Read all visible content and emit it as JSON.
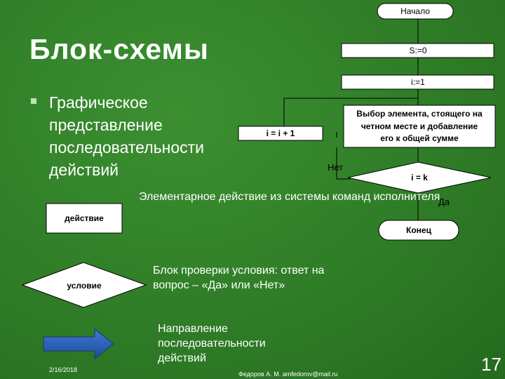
{
  "slide": {
    "title": "Блок-схемы",
    "bullet": "Графическое представление последовательности действий",
    "footer_date": "2/16/2018",
    "footer_author": "Федоров А. М. amfedorov@mail.ru",
    "slide_number": "17"
  },
  "legend": {
    "action_label": "действие",
    "action_caption": "Элементарное действие из системы команд исполнителя",
    "condition_label": "условие",
    "condition_caption": "Блок проверки условия: ответ на вопрос – «Да» или «Нет»",
    "arrow_caption": "Направление последовательности действий",
    "arrow_color": "#2e5fb8"
  },
  "flowchart": {
    "start": "Начало",
    "s_init": "S:=0",
    "i_init": "i:=1",
    "process_line1": "Выбор элемента, стоящего на",
    "process_line2": "четном месте и добавление",
    "process_line3": "его к общей сумме",
    "increment": "i = i + 1",
    "condition": "i = k",
    "no_label": "Нет",
    "yes_label": "Да",
    "end": "Конец"
  },
  "colors": {
    "background": "#2f7d27",
    "box_fill": "#ffffff",
    "text": "#ffffff"
  }
}
